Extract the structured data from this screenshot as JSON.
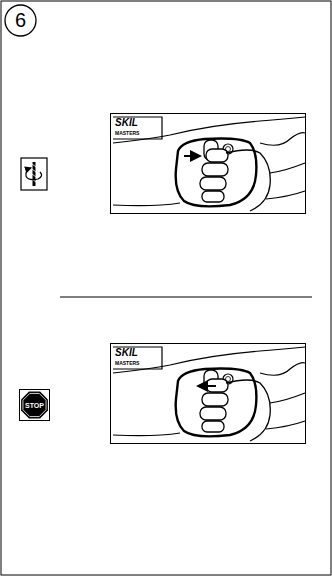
{
  "diagram": {
    "nodes": [
      {
        "text": [
          "6"
        ]
      },
      {
        "text": [
          "STOP"
        ]
      }
    ],
    "labels": [
      "SKIL",
      "MASTERS",
      "SKIL",
      "MASTERS"
    ]
  }
}
